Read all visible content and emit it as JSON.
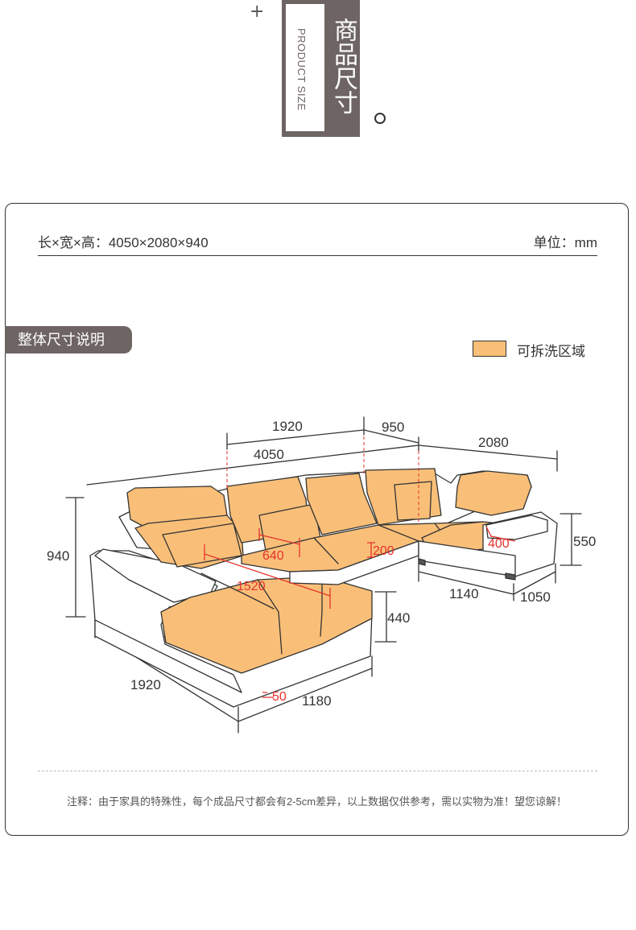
{
  "header": {
    "plus_glyph": "+",
    "title_zh": "商品尺寸",
    "title_en": "PRODUCT SIZE",
    "bullet": "。"
  },
  "card": {
    "dimensions_text": "长×宽×高：4050×2080×940",
    "unit_text": "单位：mm",
    "section_tag": "整体尺寸说明",
    "legend_label": "可拆洗区域",
    "note": "注释：由于家具的特殊性，每个成品尺寸都会有2-5cm差异，以上数据仅供参考，需以实物为准！望您谅解！"
  },
  "colors": {
    "brand": "#6d6463",
    "cushion": "#f9bf78",
    "measure_red": "#e5322d",
    "line": "#333333"
  },
  "diagram": {
    "labels": {
      "top_left_width": "1920",
      "top_mid_width": "950",
      "total_length": "4050",
      "right_depth": "2080",
      "height": "940",
      "arm_height": "550",
      "seat_depth_small": "640",
      "cushion_thickness": "200",
      "back_depth": "400",
      "chaise_length": "1520",
      "seat_height": "440",
      "right_seat_width": "1140",
      "right_depth_small": "1050",
      "chaise_depth": "1920",
      "chaise_width": "1180",
      "base_height": "50"
    }
  }
}
